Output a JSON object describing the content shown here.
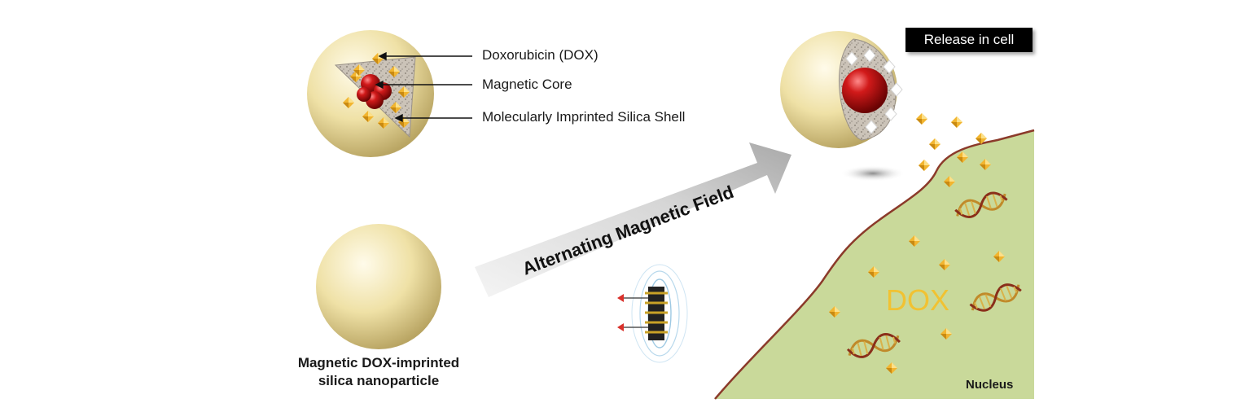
{
  "labels": {
    "dox": "Doxorubicin (DOX)",
    "core": "Magnetic Core",
    "shell": "Molecularly Imprinted Silica Shell",
    "arrow": "Alternating Magnetic Field",
    "release": "Release in cell",
    "dox_big": "DOX",
    "nucleus": "Nucleus",
    "caption_line1": "Magnetic DOX-imprinted",
    "caption_line2": "silica nanoparticle"
  },
  "colors": {
    "sphere": "#ecdc9c",
    "core": "#b00d0d",
    "shell": "#c9c2b8",
    "cell": "#c9d99a",
    "membrane": "#8b3a2a",
    "dox": "#f2b530",
    "arrow": "#cfcfcf"
  },
  "icons": [
    "magnetic-coil-icon",
    "dna-helix-icon"
  ]
}
